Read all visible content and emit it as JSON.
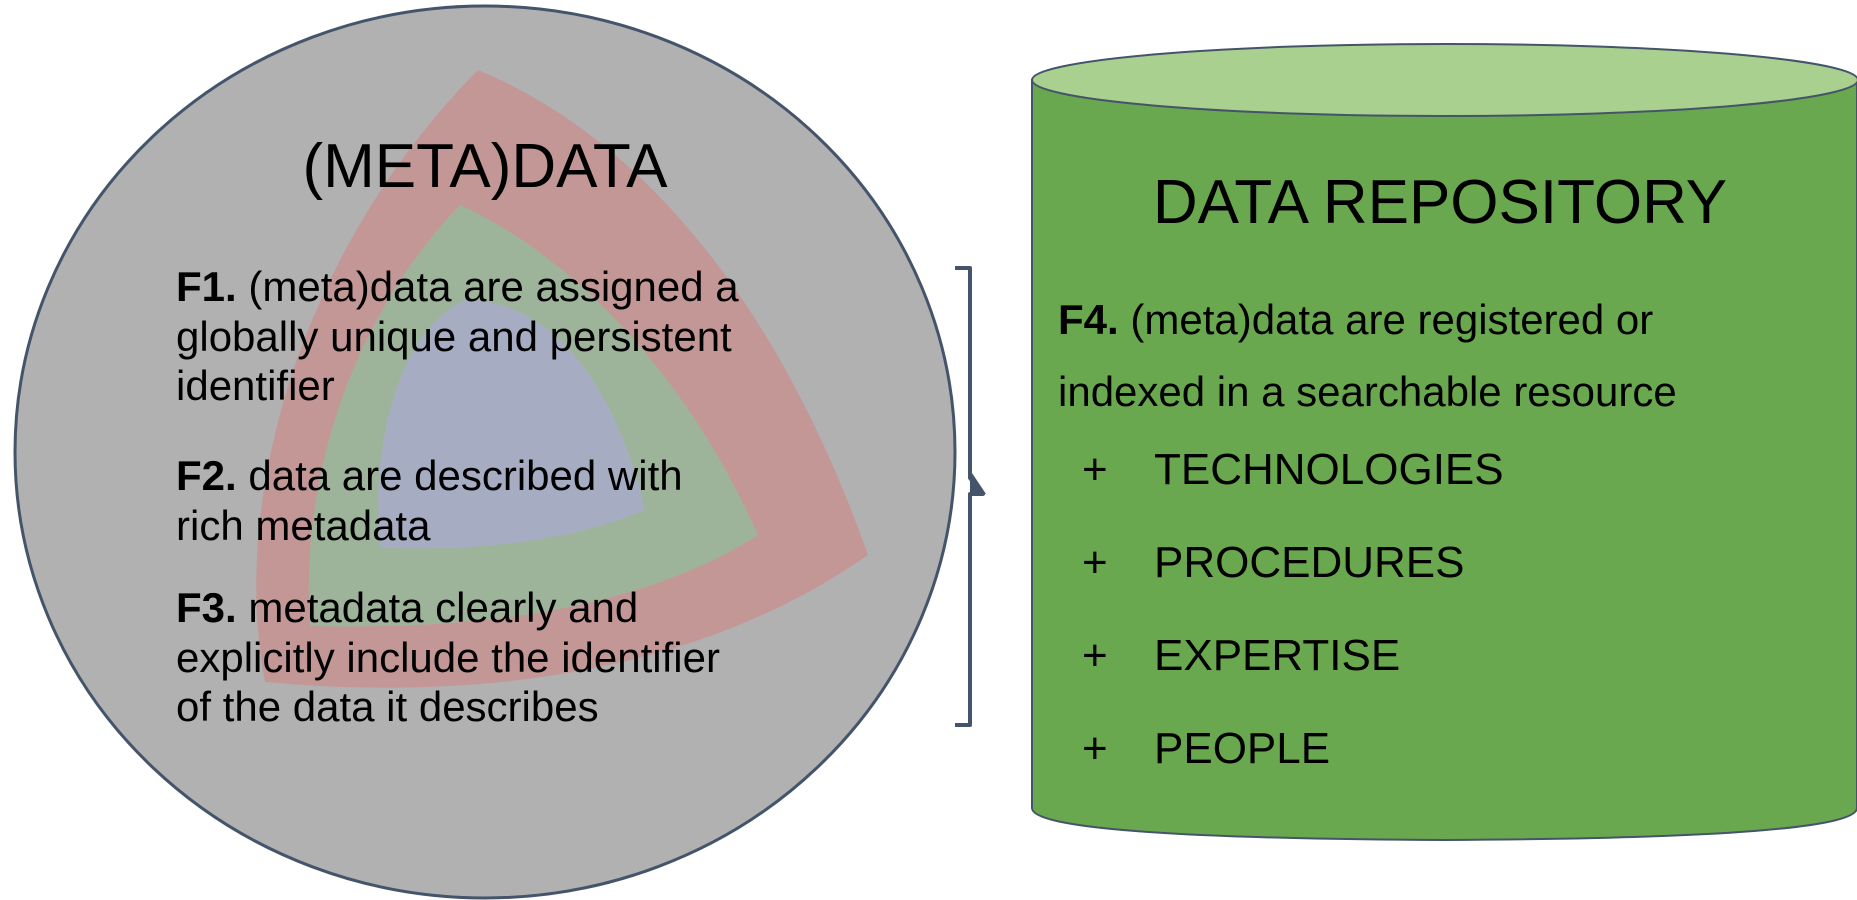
{
  "colors": {
    "circle_fill": "#b1b1b1",
    "circle_outline": "#44546a",
    "outer_ring": "#c79595",
    "middle_ring": "#9cb59a",
    "inner_core": "#a6adc4",
    "cylinder_body": "#6aa84f",
    "cylinder_top": "#a9d08e",
    "bracket": "#44546a"
  },
  "metadata_circle": {
    "title": "(META)DATA",
    "principles": [
      {
        "code": "F1.",
        "line1": " (meta)data are assigned a",
        "line2": "globally unique and persistent",
        "line3": "identifier"
      },
      {
        "code": "F2.",
        "line1": " data are described with",
        "line2": "rich metadata",
        "line3": ""
      },
      {
        "code": "F3.",
        "line1": " metadata clearly and",
        "line2": "explicitly include the identifier",
        "line3": "of the data it describes"
      }
    ]
  },
  "data_repository": {
    "title": "DATA REPOSITORY",
    "principle": {
      "code": "F4.",
      "line1": " (meta)data are registered or",
      "line2": "indexed in a searchable resource"
    },
    "items": [
      {
        "bullet": "+",
        "label": "TECHNOLOGIES"
      },
      {
        "bullet": "+",
        "label": "PROCEDURES"
      },
      {
        "bullet": "+",
        "label": "EXPERTISE"
      },
      {
        "bullet": "+",
        "label": "PEOPLE"
      }
    ]
  }
}
